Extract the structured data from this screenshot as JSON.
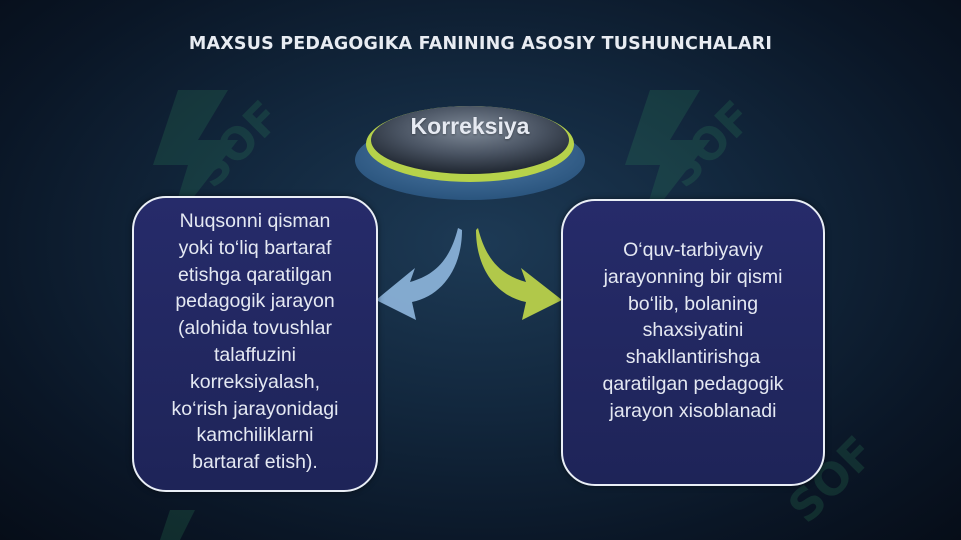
{
  "title": "MAXSUS PEDAGOGIKA FANINING ASOSIY TUSHUNCHALARI",
  "center_node": {
    "label": "Korreksiya"
  },
  "left_box": {
    "text": "Nuqsonni qisman\nyoki to‘liq bartaraf\netishga qaratilgan\npedagogik jarayon\n(alohida tovushlar\ntalaffuzini\nkorreksiyalash,\nko‘rish jarayonidagi\nkamchiliklarni\nbartaraf etish)."
  },
  "right_box": {
    "text": "O‘quv-tarbiyaviy\njarayonning bir qismi\nbo‘lib, bolaning\nshaxsiyatini\nshakllantirishga\nqaratilgan pedagogik\njarayon xisoblanadi"
  },
  "colors": {
    "background": "#12273d",
    "box_fill": "#232862",
    "left_arrow": "#8fb7de",
    "right_arrow": "#b9d14a",
    "ellipse_rim": "#b6d24a",
    "watermark": "#2f8a5c"
  },
  "watermark_text": "SOF"
}
